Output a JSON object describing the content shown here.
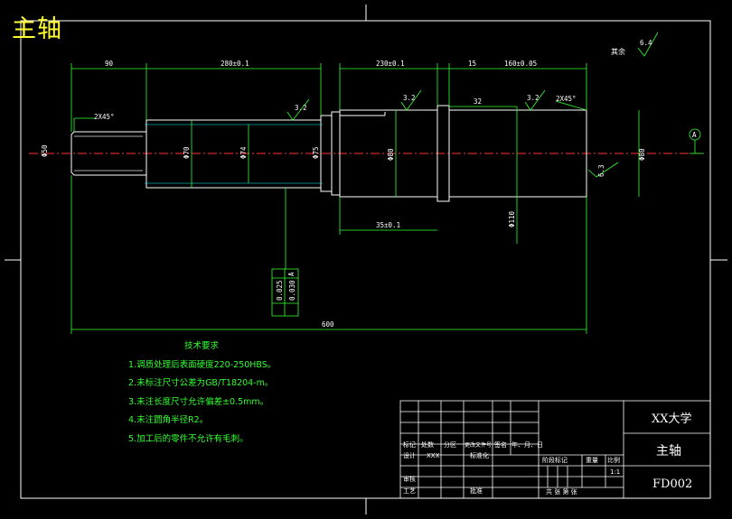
{
  "title": "主轴",
  "dimensions": {
    "d90": "90",
    "d280": "280±0.1",
    "d230": "230±0.1",
    "d15": "15",
    "d160": "160±0.05",
    "d32": "32",
    "d35": "35±0.1",
    "d600": "600",
    "chamfer1": "2X45°",
    "chamfer2": "2X45°",
    "dia1": "Φ50",
    "dia2": "Φ70",
    "dia3": "Φ74",
    "dia4": "Φ75",
    "dia5": "Φ80",
    "dia6": "Φ110",
    "dia7": "Φ80"
  },
  "roughness": {
    "r1": "3.2",
    "r2": "3.2",
    "r3": "3.2",
    "r4": "6.3",
    "r5": "6.4",
    "rest_label": "其余"
  },
  "datum": "A",
  "tolerance_frame": {
    "a": "A",
    "v1": "0.025",
    "v2": "0.030"
  },
  "notes": {
    "heading": "技术要求",
    "items": [
      "1.调质处理后表面硬度220-250HBS。",
      "2.未标注尺寸公差为GB/T18204-m。",
      "3.未注长度尺寸允许偏差±0.5mm。",
      "4.未注圆角半径R2。",
      "5.加工后的零件不允许有毛刺。"
    ]
  },
  "title_block": {
    "school": "XX大学",
    "part": "主轴",
    "code": "FD002",
    "scale": "1:1",
    "row_labels": [
      "标记",
      "处数",
      "分区",
      "更改文件号",
      "签名",
      "年、月、日"
    ],
    "designer": "设计",
    "designer_name": "XXX",
    "standard": "标准化",
    "review": "审核",
    "process": "工艺",
    "approve": "批准",
    "stage_mark": "阶段标记",
    "weight": "重量",
    "ratio": "比例",
    "sheets": "共 张 第 张"
  }
}
